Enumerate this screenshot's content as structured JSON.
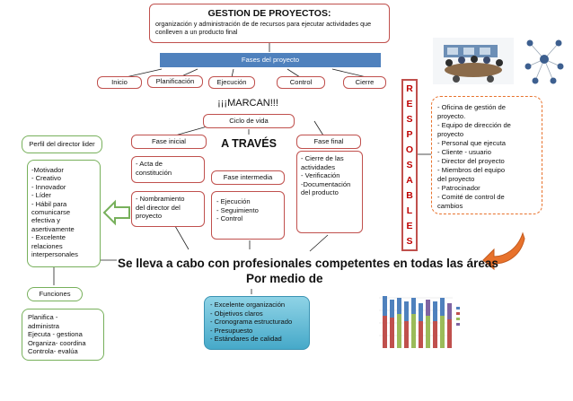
{
  "title": "GESTION DE PROYECTOS:",
  "subtitle": "organización y administración de de recursos para ejecutar actividades que conlleven a un producto final",
  "fases_proyecto": "Fases del proyecto",
  "fases": [
    "Inicio",
    "Planificación",
    "Ejecución",
    "Control",
    "Cierre"
  ],
  "marcan": "¡¡¡MARCAN!!!",
  "ciclo": "Ciclo de vida",
  "a_traves": "A TRAVÉS",
  "fase_inicial": "Fase inicial",
  "fase_intermedia": "Fase intermedia",
  "fase_final": "Fase final",
  "inicial_a": "- Acta de\nconstitución",
  "inicial_b": "- Nombramiento\ndel director del\nproyecto",
  "intermedia_items": "- Ejecución\n- Seguimiento\n- Control",
  "final_items": "- Cierre de las\nactividades\n- Verificación\n-Documentación\ndel producto",
  "perfil_title": "Perfil del director lider",
  "perfil_items": "-Motivador\n- Creativo\n- Innovador\n- Líder\n- Hábil para\ncomunicarse\nefectiva y\nasertivamente\n- Excelente\nrelaciones\ninterpersonales",
  "funciones_title": "Funciones",
  "funciones_items": "Planifica -\nadministra\nEjecuta - gestiona\nOrganiza- coordina\nControla- evalúa",
  "responsables": [
    "R",
    "E",
    "S",
    "P",
    "O",
    "S",
    "A",
    "B",
    "L",
    "E",
    "S"
  ],
  "responsables_items": "- Oficina de gestión de\nproyecto.\n- Equipo de dirección de\nproyecto\n- Personal que ejecuta\n- Cliente - usuario\n- Director del proyecto\n- Miembros del equipo\ndel proyecto\n- Patrocinador\n- Comité de control de\ncambios",
  "profesionales": "Se lleva a cabo con profesionales competentes en todas las áreas",
  "por_medio": "Por medio de",
  "medio_items": "- Excelente organización\n- Objetivos claros\n- Cronograma estructurado\n- Presupuesto\n- Estándares de calidad",
  "colors": {
    "red": "#c0504d",
    "green": "#77b05b",
    "blue": "#4f81bd",
    "orange": "#e8722c"
  }
}
